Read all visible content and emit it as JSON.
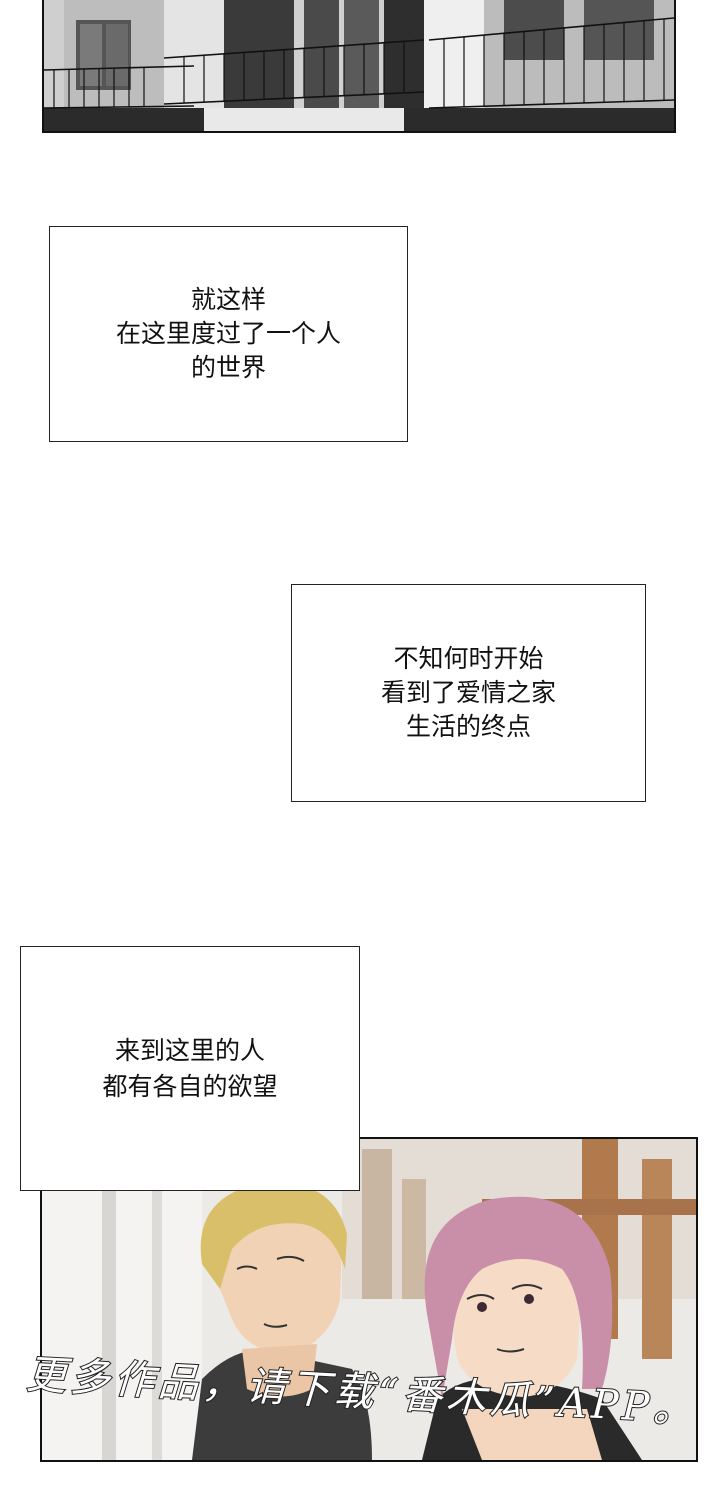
{
  "captions": [
    {
      "lines": [
        "就这样",
        "在这里度过了一个人",
        "的世界"
      ]
    },
    {
      "lines": [
        "不知何时开始",
        "看到了爱情之家",
        "生活的终点"
      ]
    },
    {
      "lines": [
        "来到这里的人",
        "都有各自的欲望"
      ]
    }
  ],
  "watermark": {
    "text": "更多作品，请下载“番木瓜”APP。"
  },
  "colors": {
    "background": "#ffffff",
    "panel_border": "#111111",
    "man_hair": "#d9bf6a",
    "woman_hair": "#c98fa8"
  }
}
